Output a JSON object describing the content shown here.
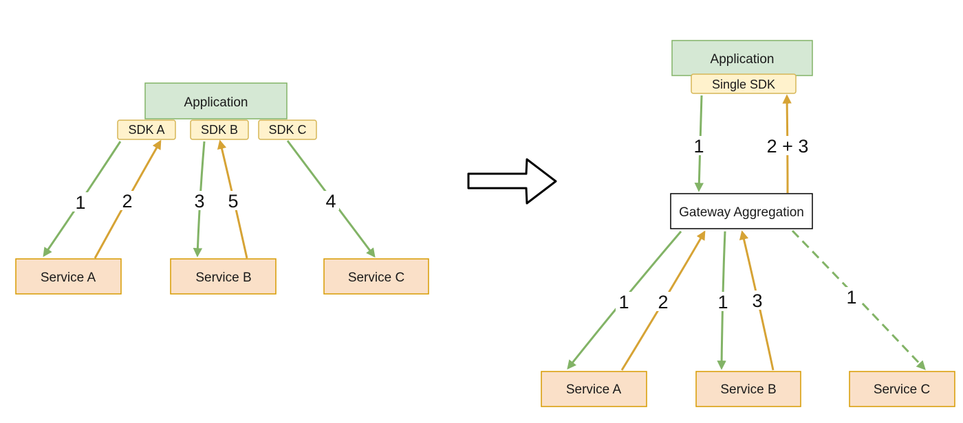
{
  "colors": {
    "app_fill": "#d5e8d4",
    "app_stroke": "#82b366",
    "sdk_fill": "#fff2cc",
    "sdk_stroke": "#d6b656",
    "service_fill": "#fae0c8",
    "service_stroke": "#d79b00",
    "request_arrow": "#82b366",
    "response_arrow": "#d6a335",
    "gateway_fill": "#ffffff",
    "gateway_stroke": "#000000"
  },
  "left": {
    "application": "Application",
    "sdks": [
      "SDK A",
      "SDK B",
      "SDK C"
    ],
    "services": [
      "Service A",
      "Service B",
      "Service C"
    ],
    "step_labels": [
      "1",
      "2",
      "3",
      "5",
      "4"
    ]
  },
  "transition_arrow": "right-arrow-icon",
  "right": {
    "application": "Application",
    "sdk": "Single SDK",
    "gateway": "Gateway Aggregation",
    "services": [
      "Service A",
      "Service B",
      "Service C"
    ],
    "top_labels": [
      "1",
      "2 + 3"
    ],
    "bottom_labels": [
      "1",
      "2",
      "1",
      "3",
      "1"
    ]
  }
}
